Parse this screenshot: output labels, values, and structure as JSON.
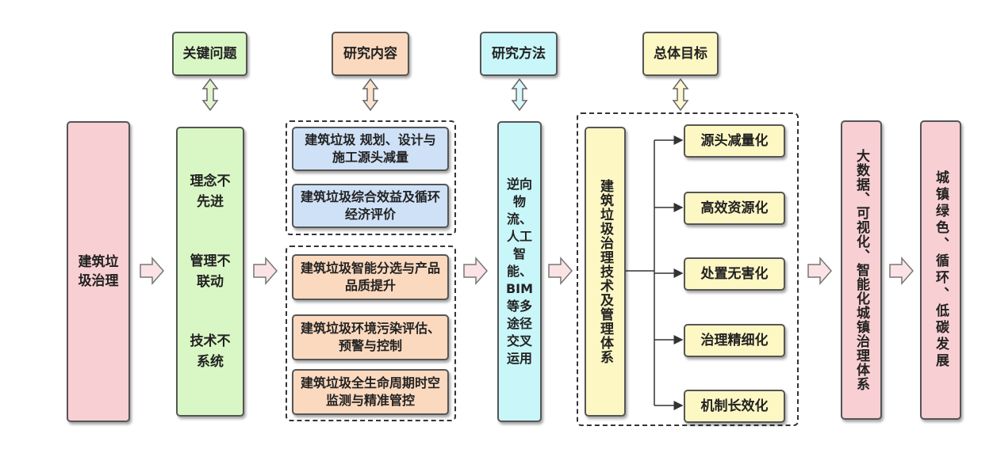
{
  "headers": {
    "key_issues": "关键问题",
    "research_content": "研究内容",
    "research_method": "研究方法",
    "overall_goal": "总体目标"
  },
  "left_box": "建筑垃圾治理",
  "issues": [
    "理念不先进",
    "管理不联动",
    "技术不系统"
  ],
  "content_top": [
    "建筑垃圾 规划、设计与施工源头减量",
    "建筑垃圾综合效益及循环经济评价"
  ],
  "content_bottom": [
    "建筑垃圾智能分选与产品品质提升",
    "建筑垃圾环境污染评估、预警与控制",
    "建筑垃圾全生命周期时空监测与精准管控"
  ],
  "method": "逆向物流、人工智能、BIM等多途径交叉运用",
  "system": "建筑垃圾治理技术及管理体系",
  "goals": [
    "源头减量化",
    "高效资源化",
    "处置无害化",
    "治理精细化",
    "机制长效化"
  ],
  "big_data": "大数据、可视化、智能化城镇治理体系",
  "final": "城镇绿色、循环、低碳发展"
}
